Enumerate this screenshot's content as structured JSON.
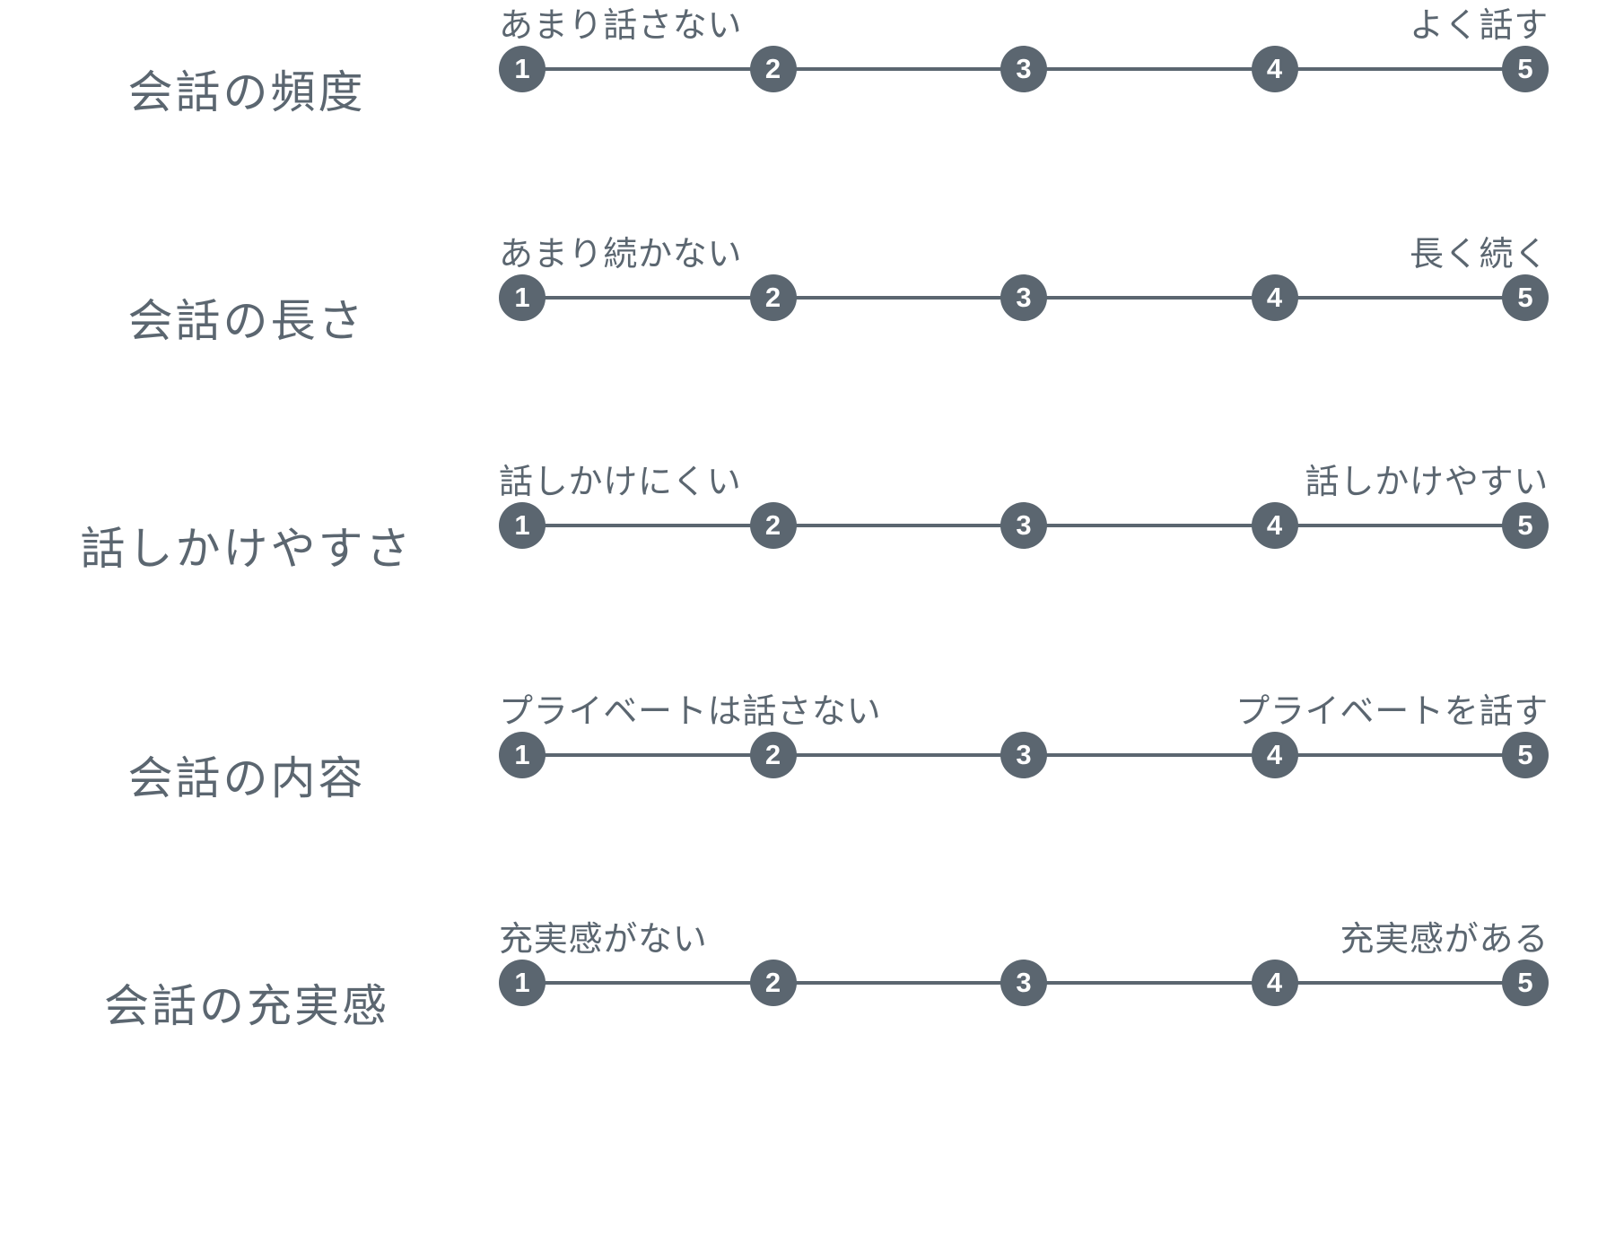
{
  "page": {
    "background_color": "#ffffff",
    "accent_color": "#5b6670",
    "point_text_color": "#ffffff",
    "label_color": "#5b6670"
  },
  "scale": {
    "points": [
      "1",
      "2",
      "3",
      "4",
      "5"
    ],
    "min": 1,
    "max": 5
  },
  "rows": [
    {
      "label": "会話の頻度",
      "left_anchor": "あまり話さない",
      "right_anchor": "よく話す",
      "points": [
        "1",
        "2",
        "3",
        "4",
        "5"
      ]
    },
    {
      "label": "会話の長さ",
      "left_anchor": "あまり続かない",
      "right_anchor": "長く続く",
      "points": [
        "1",
        "2",
        "3",
        "4",
        "5"
      ]
    },
    {
      "label": "話しかけやすさ",
      "left_anchor": "話しかけにくい",
      "right_anchor": "話しかけやすい",
      "points": [
        "1",
        "2",
        "3",
        "4",
        "5"
      ]
    },
    {
      "label": "会話の内容",
      "left_anchor": "プライベートは話さない",
      "right_anchor": "プライベートを話す",
      "points": [
        "1",
        "2",
        "3",
        "4",
        "5"
      ]
    },
    {
      "label": "会話の充実感",
      "left_anchor": "充実感がない",
      "right_anchor": "充実感がある",
      "points": [
        "1",
        "2",
        "3",
        "4",
        "5"
      ]
    }
  ]
}
